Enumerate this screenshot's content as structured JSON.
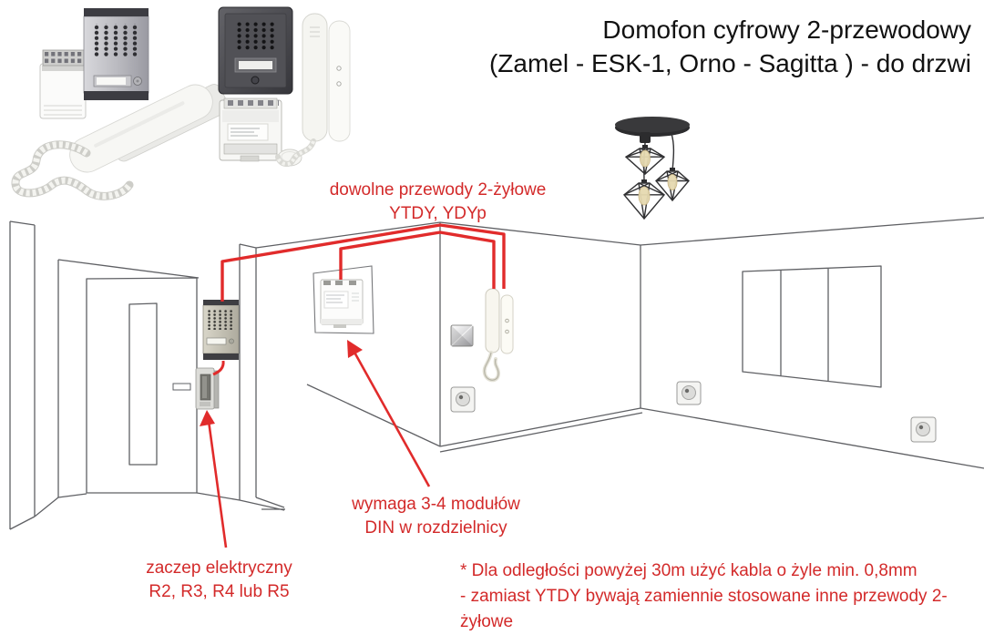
{
  "title": {
    "line1": "Domofon cyfrowy 2-przewodowy",
    "line2": "(Zamel - ESK-1, Orno - Sagitta ) - do drzwi"
  },
  "annotations": {
    "wires_label": {
      "line1": "dowolne przewody 2-żyłowe",
      "line2": "YTDY, YDYp"
    },
    "module_label": {
      "line1": "wymaga 3-4 modułów",
      "line2": "DIN w rozdzielnicy"
    },
    "strike_label": {
      "line1": "zaczep elektryczny",
      "line2": "R2, R3, R4 lub R5"
    },
    "footnote": {
      "line1": "* Dla odległości powyżej 30m użyć kabla o żyle min. 0,8mm",
      "line2": "- zamiast YTDY bywają zamiennie stosowane inne przewody 2-żyłowe"
    }
  },
  "colors": {
    "annotation_red": "#d32a2a",
    "wire_red": "#e12b2b",
    "title_black": "#111111",
    "line_grey": "#5f6064"
  },
  "scene": {
    "devices": [
      "outdoor-door-panel",
      "electric-strike",
      "din-rail-module",
      "indoor-handset",
      "ceiling-lamp",
      "light-switch",
      "wall-socket",
      "window",
      "entrance-door"
    ]
  }
}
